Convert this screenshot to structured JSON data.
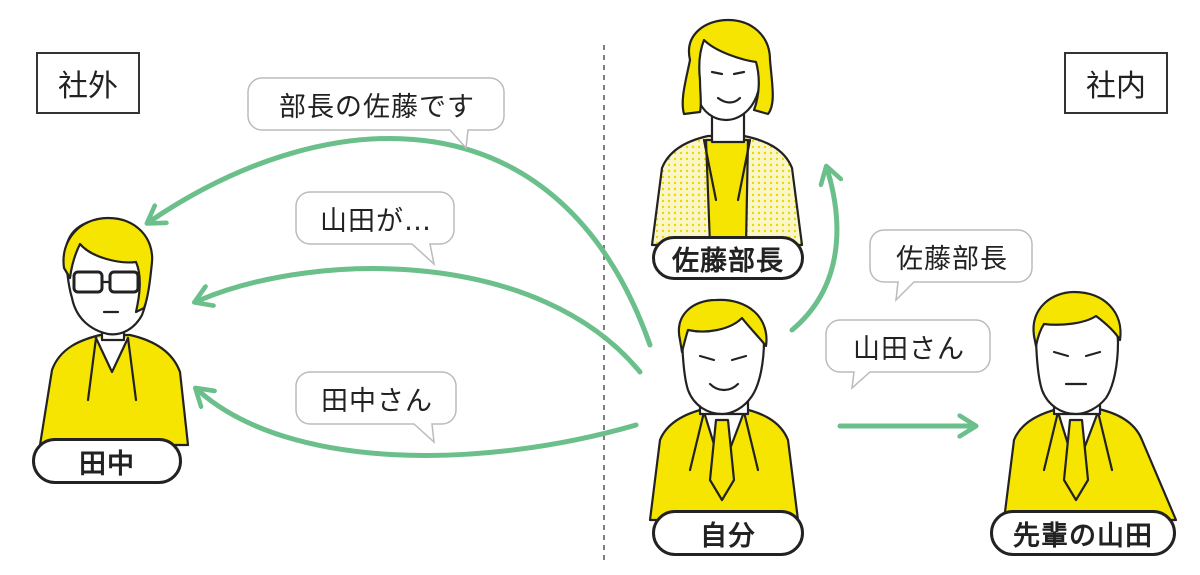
{
  "regions": {
    "outside_label": "社外",
    "inside_label": "社内"
  },
  "people": {
    "tanaka": {
      "name": "田中"
    },
    "self": {
      "name": "自分"
    },
    "sato": {
      "name": "佐藤部長"
    },
    "yamada": {
      "name": "先輩の山田"
    }
  },
  "bubbles": {
    "bucho_sato_desu": "部長の佐藤です",
    "yamada_ga": "山田が…",
    "tanaka_san": "田中さん",
    "sato_bucho": "佐藤部長",
    "yamada_san": "山田さん"
  },
  "colors": {
    "arrow": "#6bbf8a",
    "suit": "#f5e500",
    "hair": "#f5e500",
    "outline": "#222222"
  }
}
